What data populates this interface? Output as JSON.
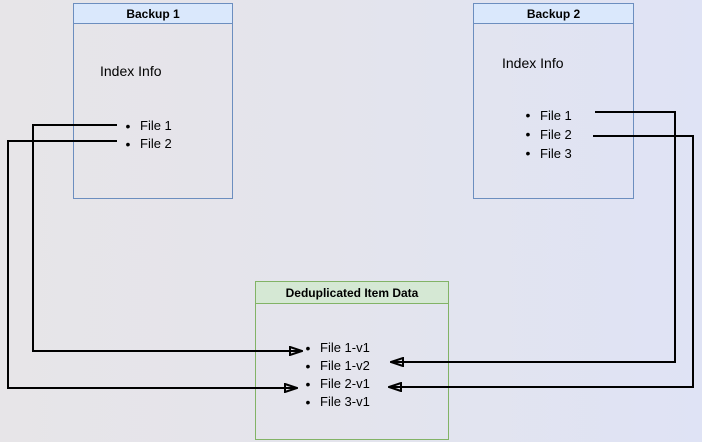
{
  "bullet_glyph": "•",
  "backup1": {
    "title": "Backup 1",
    "subtitle": "Index Info",
    "items": [
      "File 1",
      "File 2"
    ]
  },
  "backup2": {
    "title": "Backup 2",
    "subtitle": "Index Info",
    "items": [
      "File 1",
      "File 2",
      "File 3"
    ]
  },
  "dedup": {
    "title": "Deduplicated Item Data",
    "items": [
      "File 1-v1",
      "File 1-v2",
      "File 2-v1",
      "File 3-v1"
    ]
  },
  "connections": [
    {
      "from": "Backup 1 / File 1",
      "to": "File 1-v1",
      "route": "left"
    },
    {
      "from": "Backup 1 / File 2",
      "to": "File 2-v1",
      "route": "left"
    },
    {
      "from": "Backup 2 / File 1",
      "to": "File 1-v2",
      "route": "right"
    },
    {
      "from": "Backup 2 / File 2",
      "to": "File 2-v1",
      "route": "right"
    }
  ],
  "colors": {
    "blue_fill": "#DAE8FC",
    "blue_border": "#6C8EBF",
    "green_fill": "#D5E8D4",
    "green_border": "#82B366",
    "line": "#000000"
  }
}
